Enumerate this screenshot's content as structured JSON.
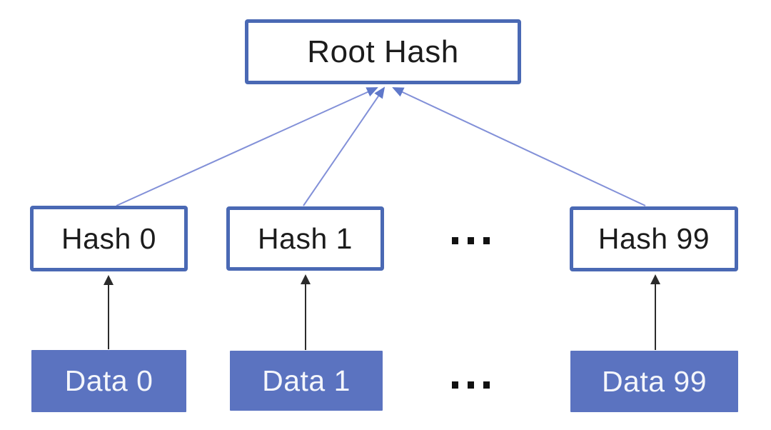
{
  "diagram": {
    "type": "merkle-tree",
    "root": {
      "label": "Root Hash"
    },
    "hash_nodes": [
      {
        "label": "Hash 0"
      },
      {
        "label": "Hash 1"
      },
      {
        "label": "Hash 99"
      }
    ],
    "data_nodes": [
      {
        "label": "Data 0"
      },
      {
        "label": "Data 1"
      },
      {
        "label": "Data 99"
      }
    ],
    "hash_row_ellipsis": "···",
    "data_row_ellipsis": "···"
  },
  "colors": {
    "box_border": "#4a69b4",
    "data_fill": "#5b73c0",
    "blue_line": "#8290d8",
    "blue_arrow": "#5f78ca",
    "black_line": "#2b2b2b",
    "box_text": "#1c1c1c",
    "data_text": "#f4f6fb",
    "dot_color": "#111111",
    "background": "#ffffff"
  }
}
